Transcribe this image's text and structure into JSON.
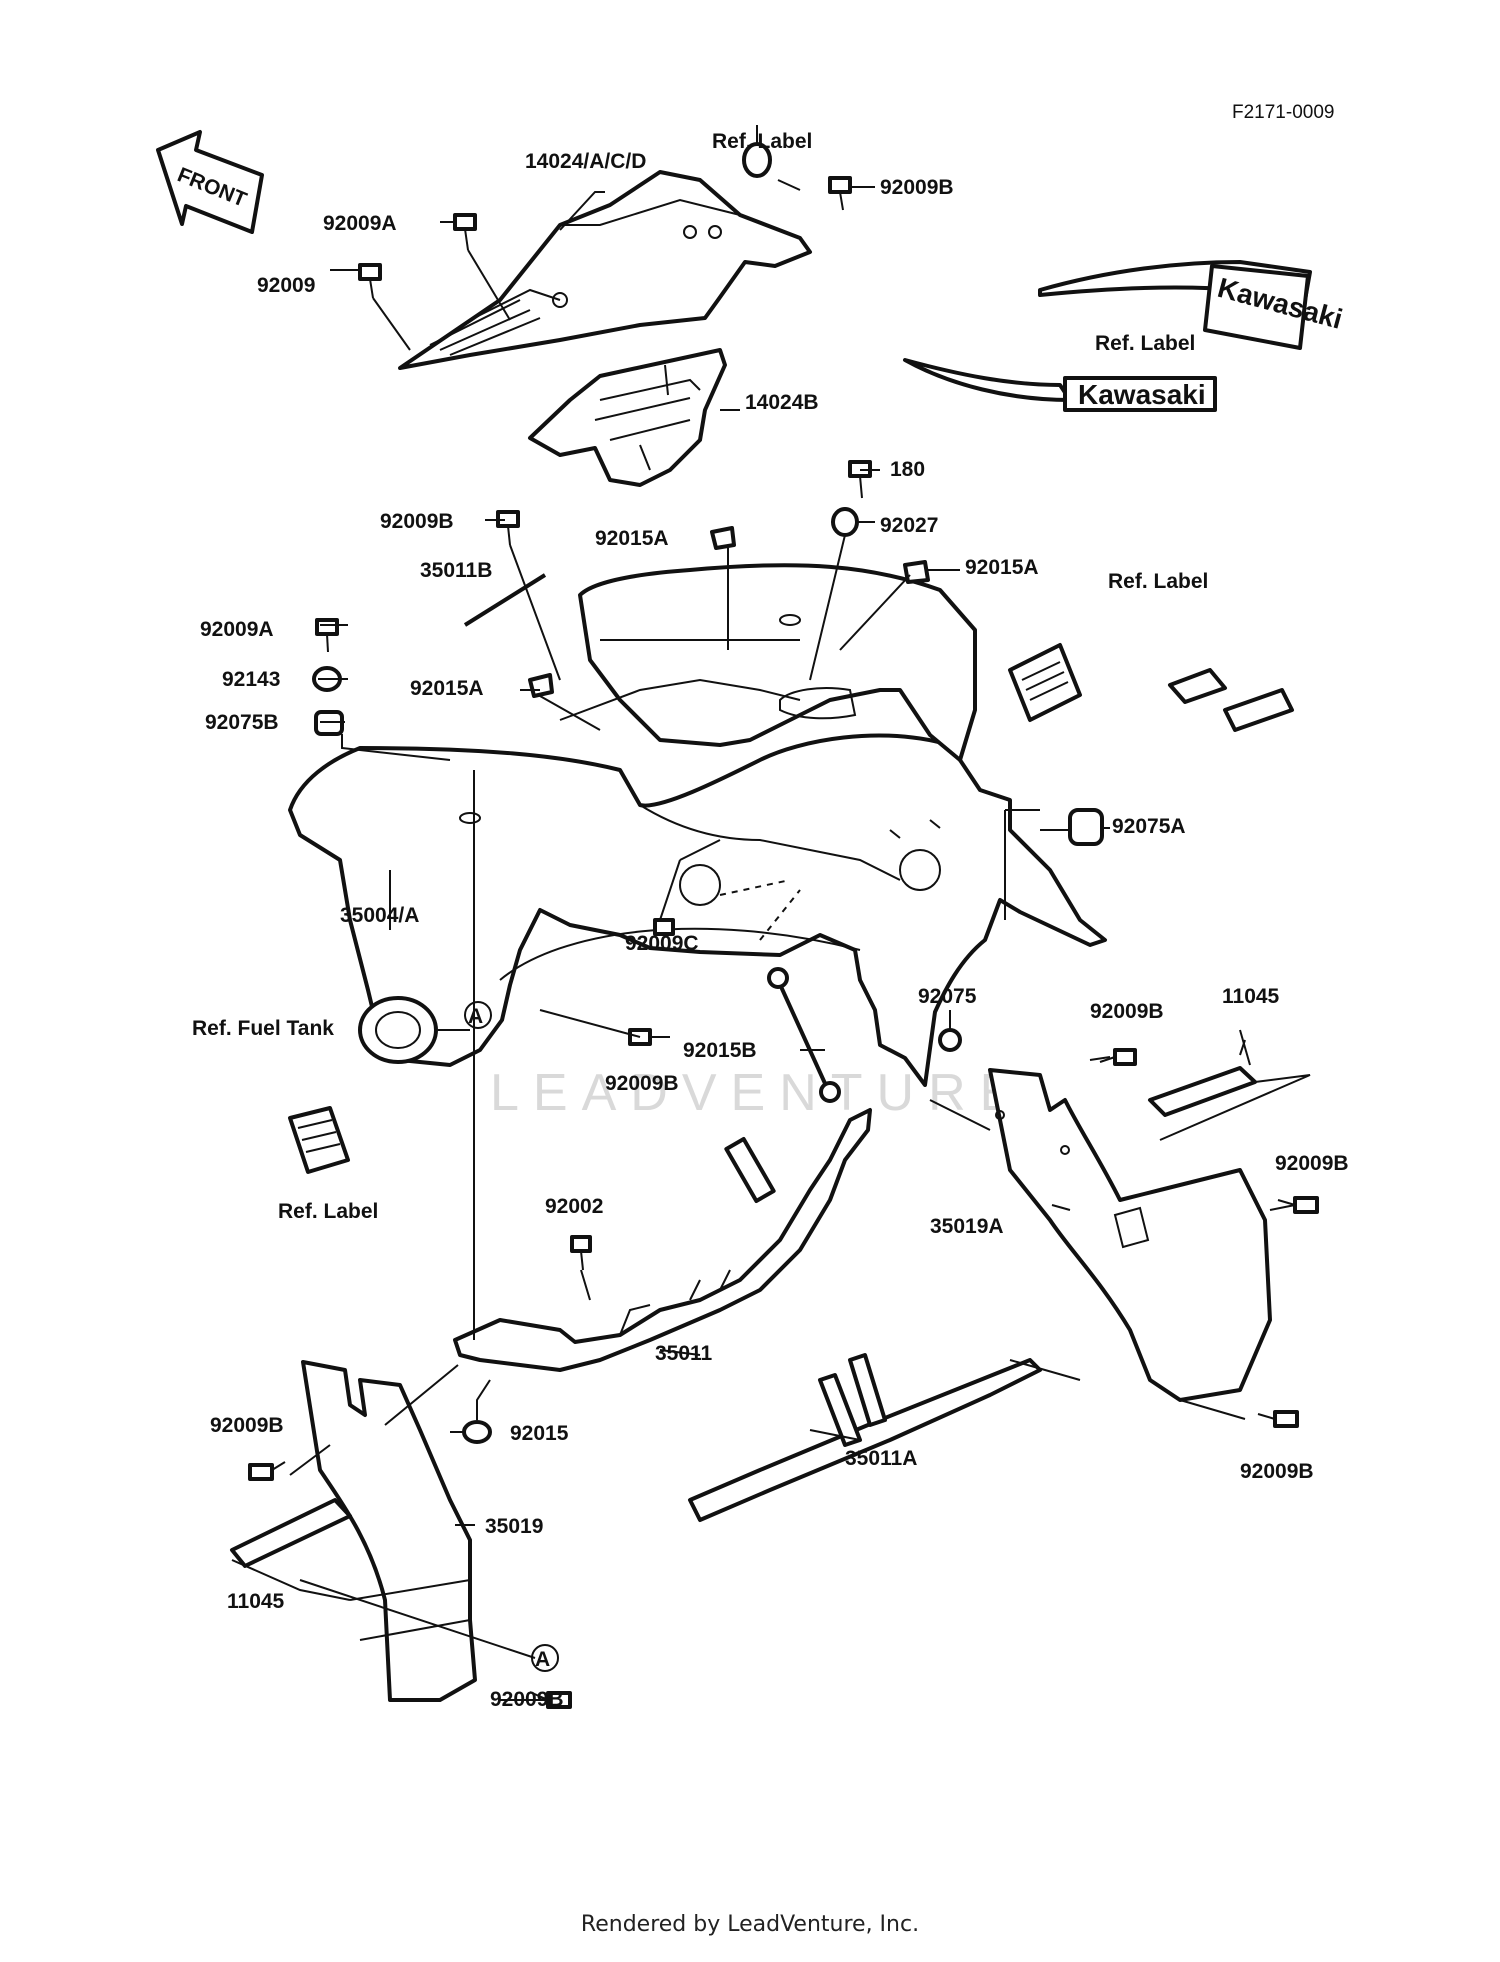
{
  "figure_code": "F2171-0009",
  "front_arrow_label": "FRONT",
  "parts": [
    "14024/A/C/D",
    "Ref. Label",
    "92009B",
    "92009A",
    "92009",
    "14024B",
    "Ref. Label",
    "180",
    "92009B",
    "92015A",
    "92027",
    "35011B",
    "92015A",
    "92009A",
    "Ref. Label",
    "92143",
    "92015A",
    "92075B",
    "92075A",
    "35004/A",
    "92009C",
    "Ref. Fuel Tank",
    "92075",
    "92009B",
    "11045",
    "92015B",
    "92009B",
    "92009B",
    "Ref. Label",
    "92002",
    "35019A",
    "35011",
    "92015",
    "35011A",
    "92009B",
    "92009B",
    "35019",
    "11045",
    "92009B"
  ],
  "callout_marker": "A",
  "decal_brand": "Kawasaki",
  "watermark": "LEADVENTURE",
  "credit": "Rendered by LeadVenture, Inc."
}
